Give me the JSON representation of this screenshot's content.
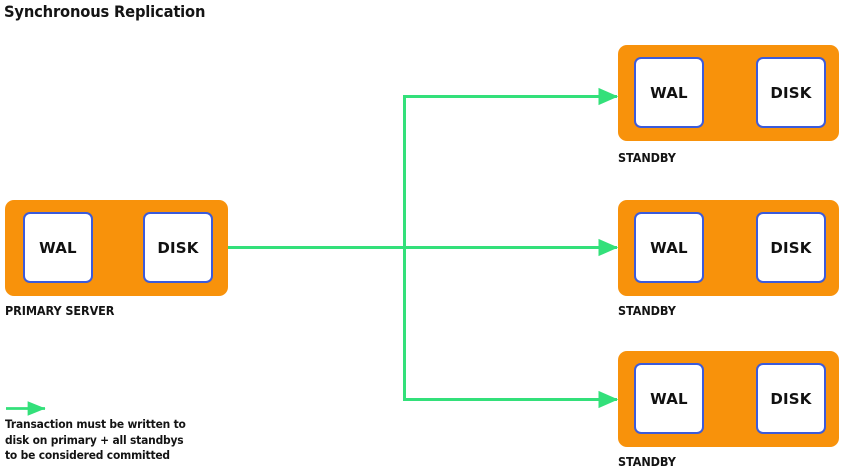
{
  "title": "Synchronous Replication",
  "colors": {
    "server_fill": "#F8920B",
    "node_border": "#3b5bdb",
    "node_fill": "#FFFFFF",
    "arrow": "#33E07A",
    "text": "#141414",
    "background": "#FFFFFF"
  },
  "nodes": {
    "wal_label": "WAL",
    "disk_label": "DISK"
  },
  "servers": [
    {
      "id": "primary",
      "caption": "PRIMARY SERVER",
      "wal": "WAL",
      "disk": "DISK"
    },
    {
      "id": "standby-1",
      "caption": "STANDBY",
      "wal": "WAL",
      "disk": "DISK"
    },
    {
      "id": "standby-2",
      "caption": "STANDBY",
      "wal": "WAL",
      "disk": "DISK"
    },
    {
      "id": "standby-3",
      "caption": "STANDBY",
      "wal": "WAL",
      "disk": "DISK"
    }
  ],
  "legend": {
    "line1": "Transaction must be written to",
    "line2": "disk on primary + all standbys",
    "line3": "to be considered committed"
  }
}
